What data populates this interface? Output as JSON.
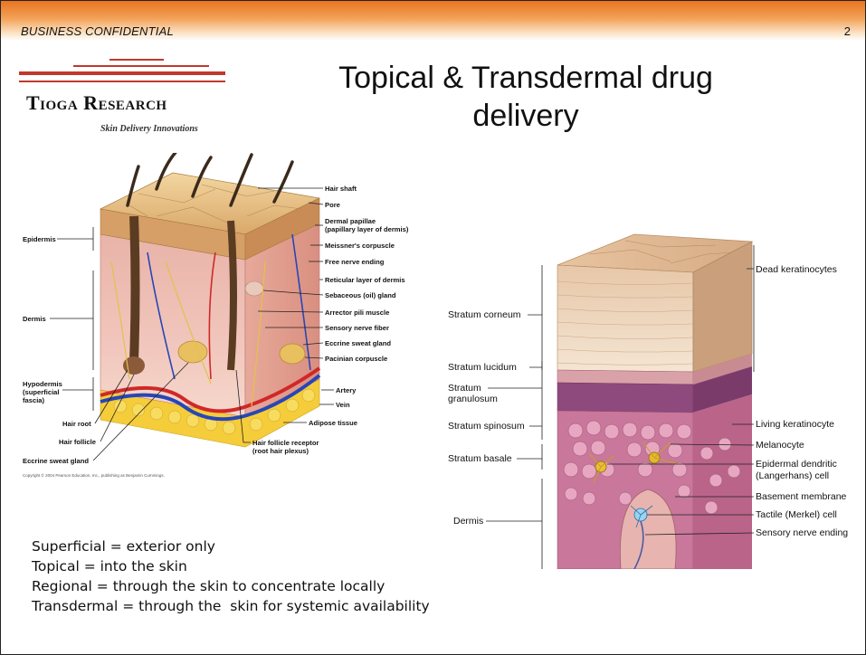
{
  "header": {
    "confidential_label": "BUSINESS CONFIDENTIAL",
    "page_number": "2"
  },
  "logo": {
    "name": "Tioga Research",
    "tagline": "Skin Delivery Innovations",
    "accent_color": "#c0392b"
  },
  "title": {
    "line1": "Topical & Transdermal drug",
    "line2": "delivery"
  },
  "left_diagram": {
    "left_labels": {
      "epidermis": "Epidermis",
      "dermis": "Dermis",
      "hypodermis_1": "Hypodermis",
      "hypodermis_2": "(superficial",
      "hypodermis_3": "fascia)",
      "hair_root": "Hair root",
      "hair_follicle": "Hair follicle",
      "eccrine_sweat_gland": "Eccrine sweat gland"
    },
    "right_labels": {
      "hair_shaft": "Hair shaft",
      "pore": "Pore",
      "dermal_papillae_1": "Dermal papillae",
      "dermal_papillae_2": "(papillary layer of dermis)",
      "meissners_corpuscle": "Meissner's corpuscle",
      "free_nerve_ending": "Free nerve ending",
      "reticular_layer": "Reticular layer of dermis",
      "sebaceous_gland": "Sebaceous (oil) gland",
      "arrector_pili": "Arrector pili muscle",
      "sensory_nerve_fiber": "Sensory nerve fiber",
      "eccrine_sweat_gland": "Eccrine sweat gland",
      "pacinian_corpuscle": "Pacinian corpuscle",
      "artery": "Artery",
      "vein": "Vein",
      "adipose_tissue": "Adipose tissue",
      "hair_follicle_receptor_1": "Hair follicle receptor",
      "hair_follicle_receptor_2": "(root hair plexus)"
    },
    "copyright": "Copyright © 2004 Pearson Education, Inc., publishing as Benjamin Cummings."
  },
  "right_diagram": {
    "left_labels": {
      "stratum_corneum": "Stratum corneum",
      "stratum_lucidum": "Stratum lucidum",
      "stratum_granulosum_1": "Stratum",
      "stratum_granulosum_2": "granulosum",
      "stratum_spinosum": "Stratum spinosum",
      "stratum_basale": "Stratum basale",
      "dermis": "Dermis"
    },
    "right_labels": {
      "dead_keratinocytes": "Dead keratinocytes",
      "living_keratinocyte": "Living keratinocyte",
      "melanocyte": "Melanocyte",
      "epidermal_dendritic_1": "Epidermal dendritic",
      "epidermal_dendritic_2": "(Langerhans) cell",
      "basement_membrane": "Basement membrane",
      "tactile_cell": "Tactile (Merkel) cell",
      "sensory_nerve_ending": "Sensory nerve ending"
    }
  },
  "bullets": [
    "Superficial = exterior only",
    "Topical = into the skin",
    "Regional = through the skin to concentrate locally",
    "Transdermal = through the  skin for systemic availability"
  ]
}
